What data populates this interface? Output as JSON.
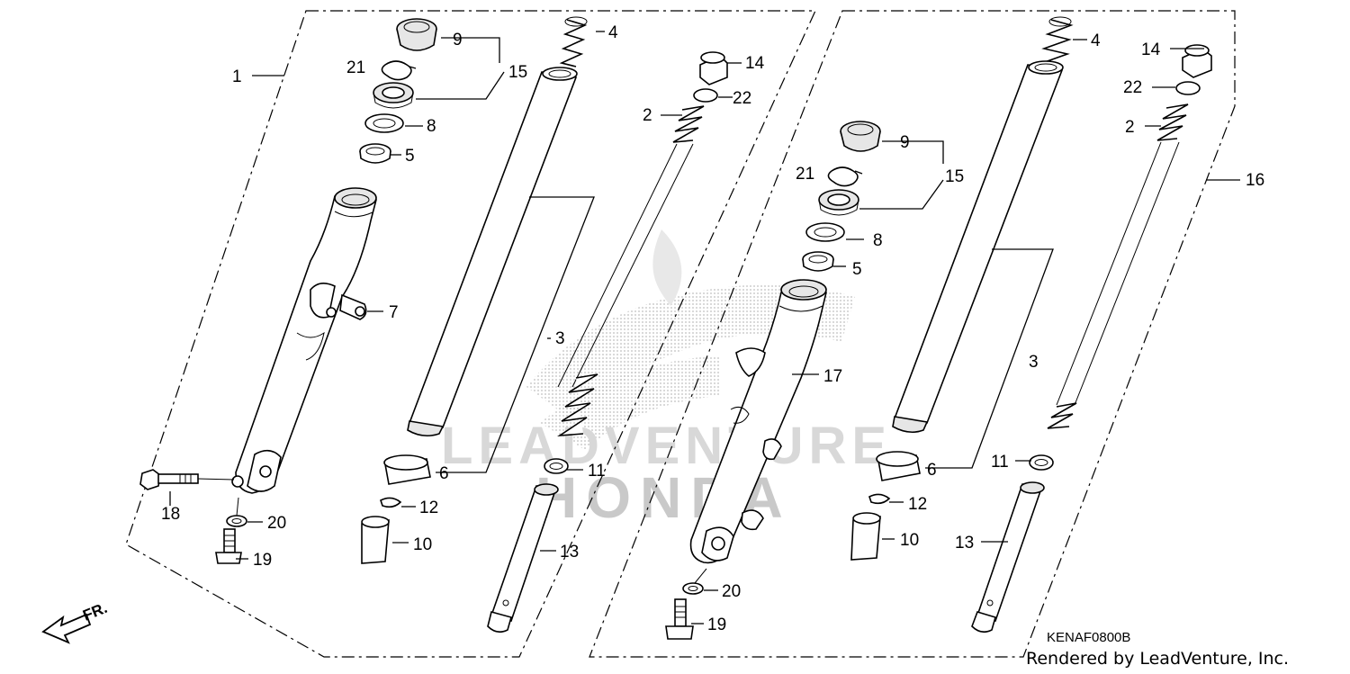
{
  "diagram": {
    "code": "KENAF0800B",
    "credit": "Rendered by LeadVenture, Inc.",
    "direction_label": "FR.",
    "watermark_text": "LEADVENTURE",
    "watermark_brand": "HONDA",
    "colors": {
      "line": "#000000",
      "watermark": "#d8d8d8",
      "background": "#ffffff"
    }
  },
  "callouts": {
    "c1": "1",
    "c2a": "2",
    "c2b": "2",
    "c3a": "3",
    "c3b": "3",
    "c4a": "4",
    "c4b": "4",
    "c5a": "5",
    "c5b": "5",
    "c6a": "6",
    "c6b": "6",
    "c7": "7",
    "c8a": "8",
    "c8b": "8",
    "c9a": "9",
    "c9b": "9",
    "c10a": "10",
    "c10b": "10",
    "c11a": "11",
    "c11b": "11",
    "c12a": "12",
    "c12b": "12",
    "c13a": "13",
    "c13b": "13",
    "c14a": "14",
    "c14b": "14",
    "c15a": "15",
    "c15b": "15",
    "c16": "16",
    "c17": "17",
    "c18": "18",
    "c19a": "19",
    "c19b": "19",
    "c20a": "20",
    "c20b": "20",
    "c21a": "21",
    "c21b": "21",
    "c22a": "22",
    "c22b": "22"
  }
}
